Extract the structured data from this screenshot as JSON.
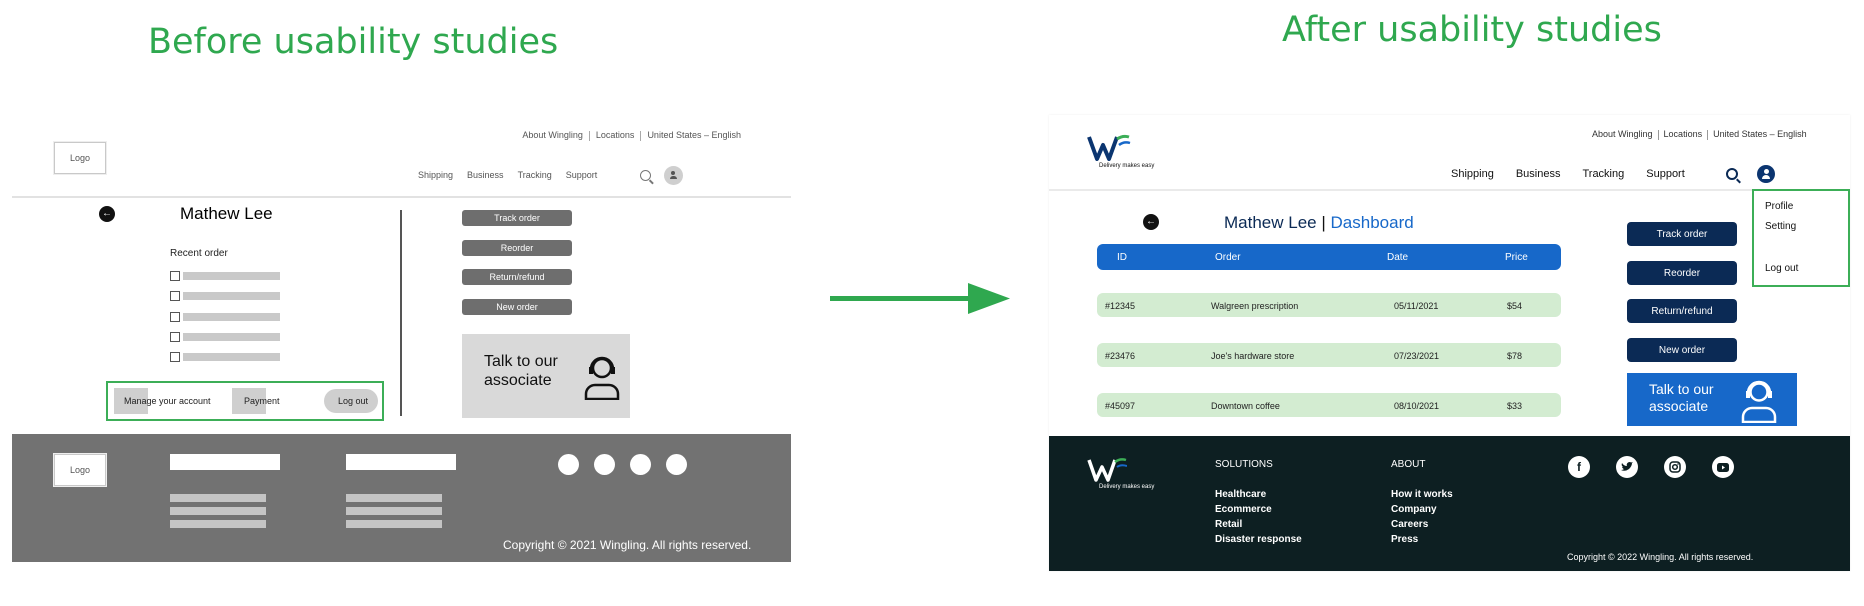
{
  "headings": {
    "before": "Before usability studies",
    "after": "After usability studies"
  },
  "before": {
    "utility": [
      "About Wingling",
      "Locations",
      "United States – English"
    ],
    "logo": "Logo",
    "nav": [
      "Shipping",
      "Business",
      "Tracking",
      "Support"
    ],
    "user_name": "Mathew Lee",
    "recent_order_label": "Recent order",
    "actions": [
      "Track order",
      "Reorder",
      "Return/refund",
      "New order"
    ],
    "talk": "Talk to our associate",
    "account": {
      "manage": "Manage your account",
      "payment": "Payment",
      "logout": "Log out"
    },
    "footer": {
      "logo": "Logo",
      "copyright": "Copyright © 2021 Wingling. All rights reserved."
    }
  },
  "after": {
    "utility": [
      "About Wingling",
      "Locations",
      "United States – English"
    ],
    "brand_tagline": "Delivery makes easy",
    "nav": [
      "Shipping",
      "Business",
      "Tracking",
      "Support"
    ],
    "dropdown": [
      "Profile",
      "Setting",
      "Log out"
    ],
    "user_name": "Mathew Lee",
    "separator": "|",
    "page_label": "Dashboard",
    "table": {
      "headers": [
        "ID",
        "Order",
        "Date",
        "Price"
      ],
      "rows": [
        [
          "#12345",
          "Walgreen prescription",
          "05/11/2021",
          "$54"
        ],
        [
          "#23476",
          "Joe's hardware store",
          "07/23/2021",
          "$78"
        ],
        [
          "#45097",
          "Downtown coffee",
          "08/10/2021",
          "$33"
        ]
      ]
    },
    "actions": [
      "Track order",
      "Reorder",
      "Return/refund",
      "New order"
    ],
    "talk": "Talk to our associate",
    "footer": {
      "solutions_title": "SOLUTIONS",
      "solutions": [
        "Healthcare",
        "Ecommerce",
        "Retail",
        "Disaster response"
      ],
      "about_title": "ABOUT",
      "about": [
        "How it works",
        "Company",
        "Careers",
        "Press"
      ],
      "social_icons": [
        "facebook-icon",
        "twitter-icon",
        "instagram-icon",
        "youtube-icon"
      ],
      "copyright": "Copyright © 2022 Wingling. All rights reserved."
    }
  },
  "colors": {
    "heading_green": "#2fa84f",
    "navy": "#0b2a55",
    "blue": "#1768c9",
    "row_green": "#d3ecd1",
    "footer_dark": "#0d1f22",
    "wire_grey": "#6e6e6e"
  }
}
